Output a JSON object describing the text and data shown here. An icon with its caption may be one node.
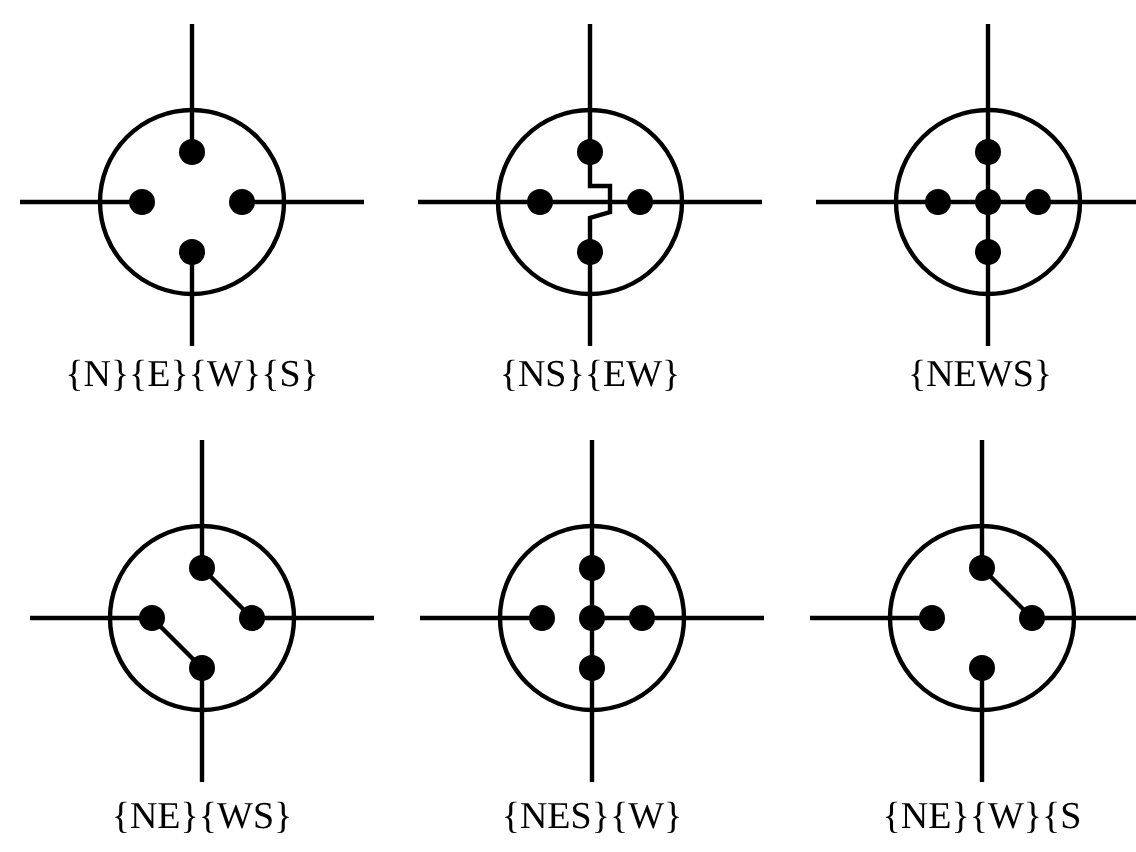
{
  "diagram": {
    "labels": [
      "{N}{E}{W}{S}",
      "{NS}{EW}",
      "{NEWS}",
      "{NE}{WS}",
      "{NES}{W}",
      "{NE}{W}{S"
    ]
  }
}
